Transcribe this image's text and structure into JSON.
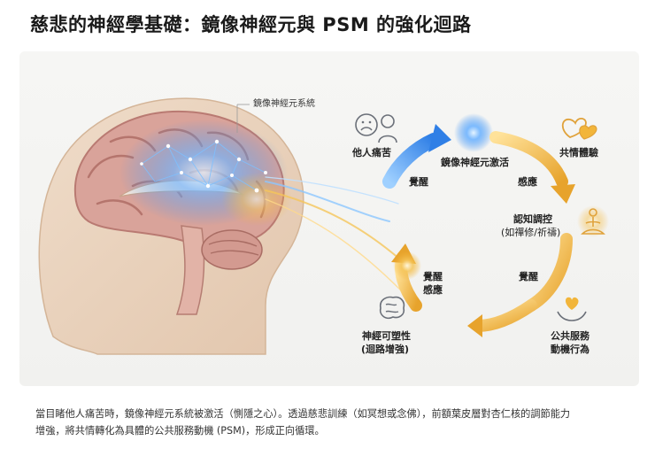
{
  "title": "慈悲的神經學基礎：鏡像神經元與 PSM 的強化迴路",
  "brain_label": "鏡像神經元系統",
  "nodes": {
    "suffering": "他人痛苦",
    "activation": "鏡像神經元激活",
    "empathy": "共情體驗",
    "cognitive_title": "認知調控",
    "cognitive_sub": "(如禪修/祈禱)",
    "public_service_1": "公共服務",
    "public_service_2": "動機行為",
    "plasticity_1": "神經可塑性",
    "plasticity_2": "(迴路增強)"
  },
  "arrow_labels": {
    "awaken_top": "覺醒",
    "feel_top": "感應",
    "awaken_right": "覺醒",
    "awaken_left": "覺醒",
    "feel_left": "感應"
  },
  "caption": {
    "line1": "當目睹他人痛苦時，鏡像神經元系統被激活（惻隱之心）。透過慈悲訓練（如冥想或念佛），前額葉皮層對杏仁核的調節能力",
    "line2": "增強，將共情轉化為具體的公共服務動機 (PSM)，形成正向循環。"
  },
  "colors": {
    "blue_glow": "#3a8ef0",
    "gold_glow": "#f2b53a",
    "brain_pink": "#d9a39a",
    "icon_gray": "#6a6f78",
    "icon_gold": "#e0a23a"
  },
  "icons": [
    "sad-faces-icon",
    "hearts-icon",
    "meditation-icon",
    "hands-heart-icon",
    "brain-icon"
  ]
}
